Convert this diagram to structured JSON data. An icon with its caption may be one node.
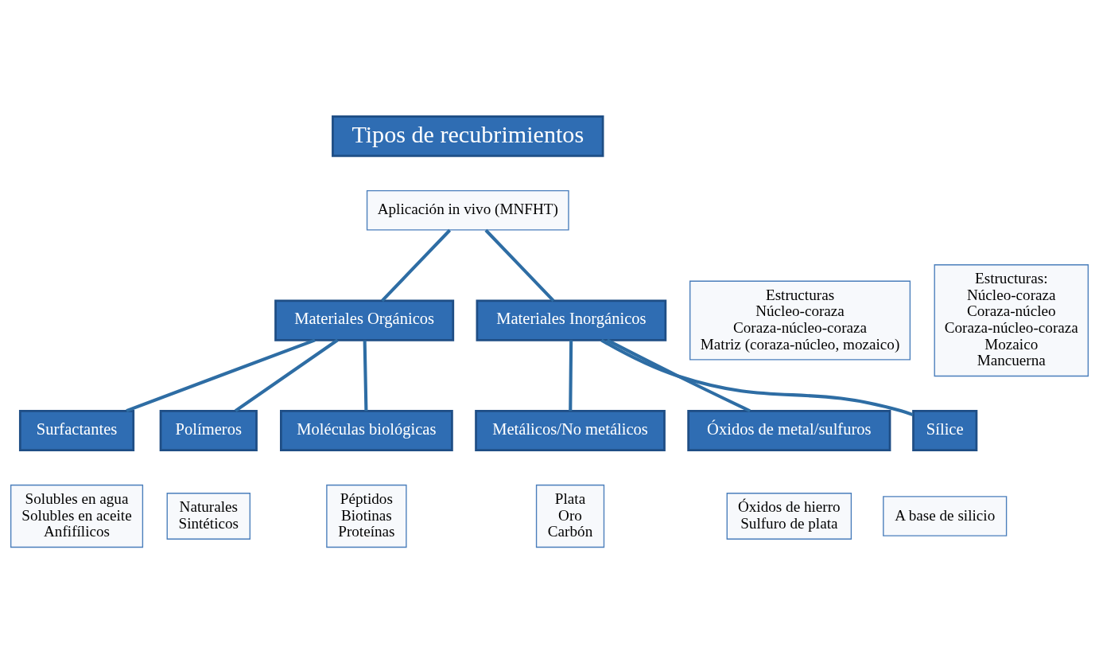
{
  "diagram": {
    "nodes": [
      {
        "text": [
          "Tipos de recubrimientos"
        ]
      },
      {
        "text": [
          "Aplicación in vivo (MNFHT)"
        ]
      },
      {
        "text": [
          "Estructuras",
          "Núcleo-coraza",
          "Coraza-núcleo-coraza",
          "Matriz (coraza-núcleo, mozaico)"
        ]
      },
      {
        "text": [
          "Materiales Orgánicos"
        ]
      },
      {
        "text": [
          "Materiales Inorgánicos"
        ]
      },
      {
        "text": [
          "Estructuras:",
          "Núcleo-coraza",
          "Coraza-núcleo",
          "Coraza-núcleo-coraza",
          "Mozaico",
          "Mancuerna"
        ]
      },
      {
        "text": [
          "Surfactantes"
        ]
      },
      {
        "text": [
          "Solubles en agua",
          "Solubles en aceite",
          "Anfifílicos"
        ]
      },
      {
        "text": [
          "Polímeros"
        ]
      },
      {
        "text": [
          "Naturales",
          "Sintéticos"
        ]
      },
      {
        "text": [
          "Moléculas biológicas"
        ]
      },
      {
        "text": [
          "Péptidos",
          "Biotinas",
          "Proteínas"
        ]
      },
      {
        "text": [
          "Metálicos/No metálicos"
        ]
      },
      {
        "text": [
          "Plata",
          "Oro",
          "Carbón"
        ]
      },
      {
        "text": [
          "Óxidos de metal/sulfuros"
        ]
      },
      {
        "text": [
          "Óxidos de hierro",
          "Sulfuro de plata"
        ]
      },
      {
        "text": [
          "Sílice"
        ]
      },
      {
        "text": [
          "A base de silicio"
        ]
      }
    ],
    "edges": [
      {
        "from": 1,
        "to": 3,
        "arrow": "none"
      },
      {
        "from": 1,
        "to": 4,
        "arrow": "none"
      },
      {
        "from": 3,
        "to": 6,
        "arrow": "none"
      },
      {
        "from": 3,
        "to": 8,
        "arrow": "none"
      },
      {
        "from": 3,
        "to": 10,
        "arrow": "none"
      },
      {
        "from": 4,
        "to": 12,
        "arrow": "none"
      },
      {
        "from": 4,
        "to": 14,
        "arrow": "none"
      },
      {
        "from": 4,
        "to": 16,
        "arrow": "none"
      }
    ]
  }
}
